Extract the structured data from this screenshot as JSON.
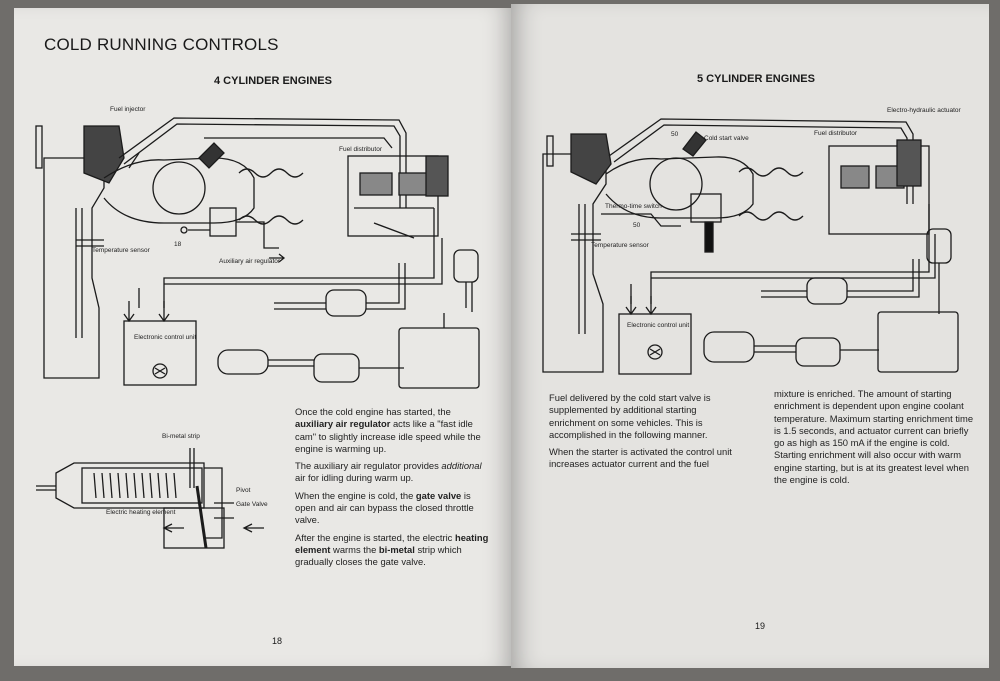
{
  "left_page": {
    "section_title": "COLD RUNNING CONTROLS",
    "diagram_title": "4 CYLINDER ENGINES",
    "labels": {
      "fuel_injector": "Fuel injector",
      "fuel_distributor": "Fuel distributor",
      "temperature_sensor": "Temperature sensor",
      "auxiliary_air_regulator": "Auxiliary air regulator",
      "electronic_control_unit": "Electronic control unit",
      "temp_marker": "18"
    },
    "detail_labels": {
      "bi_metal_strip": "Bi-metal strip",
      "pivot": "Pivot",
      "gate_valve": "Gate Valve",
      "electric_heating_element": "Electric heating element"
    },
    "paragraphs": [
      {
        "a": "Once the cold engine has started, the ",
        "b": "auxiliary air regulator",
        "c": " acts like a \"fast idle cam\" to slightly increase idle speed while the engine is warming up."
      },
      {
        "a": "The auxiliary air regulator provides ",
        "i": "additional",
        "c": " air for idling during warm up."
      },
      {
        "a": "When the engine is cold, the ",
        "b": "gate valve",
        "c": " is open and air can bypass the closed throttle valve."
      },
      {
        "a": "After the engine is started, the electric ",
        "b": "heating element",
        "m": " warms the ",
        "b2": "bi-metal",
        "c": " strip which gradually closes the gate valve."
      }
    ],
    "page_number": "18"
  },
  "right_page": {
    "diagram_title": "5 CYLINDER ENGINES",
    "labels": {
      "cold_start_valve": "Cold start valve",
      "fuel_distributor": "Fuel distributor",
      "electro_hydraulic_actuator": "Electro-hydraulic actuator",
      "thermo_time_switch": "Thermo-time switch",
      "temperature_sensor": "Temperature sensor",
      "electronic_control_unit": "Electronic control unit",
      "marker_50a": "50",
      "marker_50b": "50"
    },
    "col1": [
      "Fuel delivered by the cold start valve is supplemented by additional starting enrichment on some vehicles. This is accomplished in the following manner.",
      "When the starter is activated the control unit increases actuator current and the fuel"
    ],
    "col2": [
      "mixture is enriched. The amount of starting enrichment is dependent upon engine coolant temperature. Maximum starting enrichment time is 1.5 seconds, and actuator current can briefly go as high as 150 mA if the engine is cold. Starting enrichment will also occur with warm engine starting, but is at its greatest level when the engine is cold."
    ],
    "page_number": "19"
  }
}
